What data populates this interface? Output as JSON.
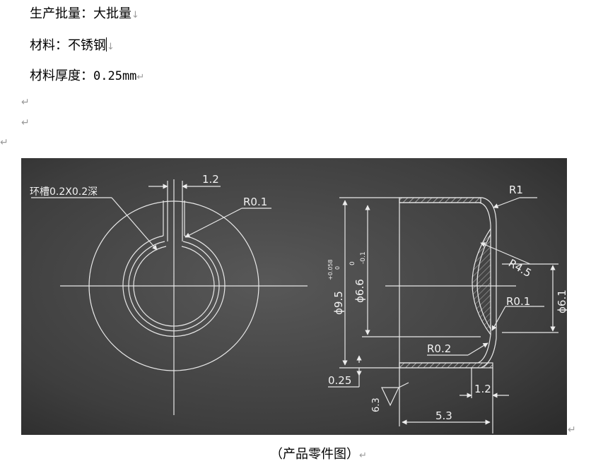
{
  "doc": {
    "line1": {
      "label": "生产批量：",
      "value": "大批量",
      "mark": "↓"
    },
    "line2": {
      "label": "材料：",
      "value": "不锈钢",
      "mark": "↓"
    },
    "line3": {
      "label": "材料厚度：",
      "value": "0.25mm",
      "mark": "↵"
    },
    "return_mark": "↵",
    "caption": "（产品零件图）",
    "caption_mark": "↵"
  },
  "drawing": {
    "left_view": {
      "groove_note": "环槽0.2X0.2深",
      "gap_width": "1.2",
      "corner_radius": "R0.1"
    },
    "section_view": {
      "outer_corner": "R1",
      "dome_radius": "R4.5",
      "dome_diameter": "ϕ6.1",
      "inner_corner": "R0.1",
      "outer_diameter": "ϕ9.5",
      "outer_tol_upper": "+0.058",
      "outer_tol_lower": "0",
      "inner_diameter": "ϕ6.6",
      "inner_tol_upper": "0",
      "inner_tol_lower": "-0.1",
      "fillet": "R0.2",
      "thickness": "0.25",
      "roughness": "6.3",
      "flange_width": "1.2",
      "length": "5.3"
    }
  }
}
